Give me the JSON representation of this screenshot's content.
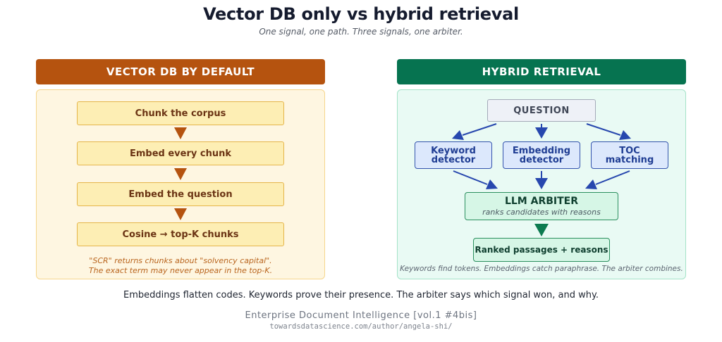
{
  "header": {
    "title": "Vector DB only vs hybrid retrieval",
    "subtitle": "One signal, one path. Three signals, one arbiter."
  },
  "left_panel": {
    "title": "VECTOR DB BY DEFAULT",
    "steps": [
      "Chunk the corpus",
      "Embed every chunk",
      "Embed the question",
      "Cosine → top-K chunks"
    ],
    "note_line1": "\"SCR\" returns chunks about \"solvency capital\".",
    "note_line2": "The exact term may never appear in the top-K."
  },
  "right_panel": {
    "title": "HYBRID RETRIEVAL",
    "question": "QUESTION",
    "detectors": [
      {
        "line1": "Keyword",
        "line2": "detector"
      },
      {
        "line1": "Embedding",
        "line2": "detector"
      },
      {
        "line1": "TOC",
        "line2": "matching"
      }
    ],
    "arbiter_title": "LLM ARBITER",
    "arbiter_sub": "ranks candidates with reasons",
    "output": "Ranked passages + reasons",
    "note": "Keywords find tokens. Embeddings catch paraphrase. The arbiter combines."
  },
  "footer": {
    "tagline": "Embeddings flatten codes. Keywords prove their presence. The arbiter says which signal won, and why.",
    "series": "Enterprise Document Intelligence [vol.1 #4bis]",
    "url": "towardsdatascience.com/author/angela-shi/"
  },
  "colors": {
    "left_header": "#b5530f",
    "right_header": "#067350",
    "left_arrow": "#b5530f",
    "blue_arrow": "#2747ae",
    "green_arrow": "#0c7a50"
  }
}
